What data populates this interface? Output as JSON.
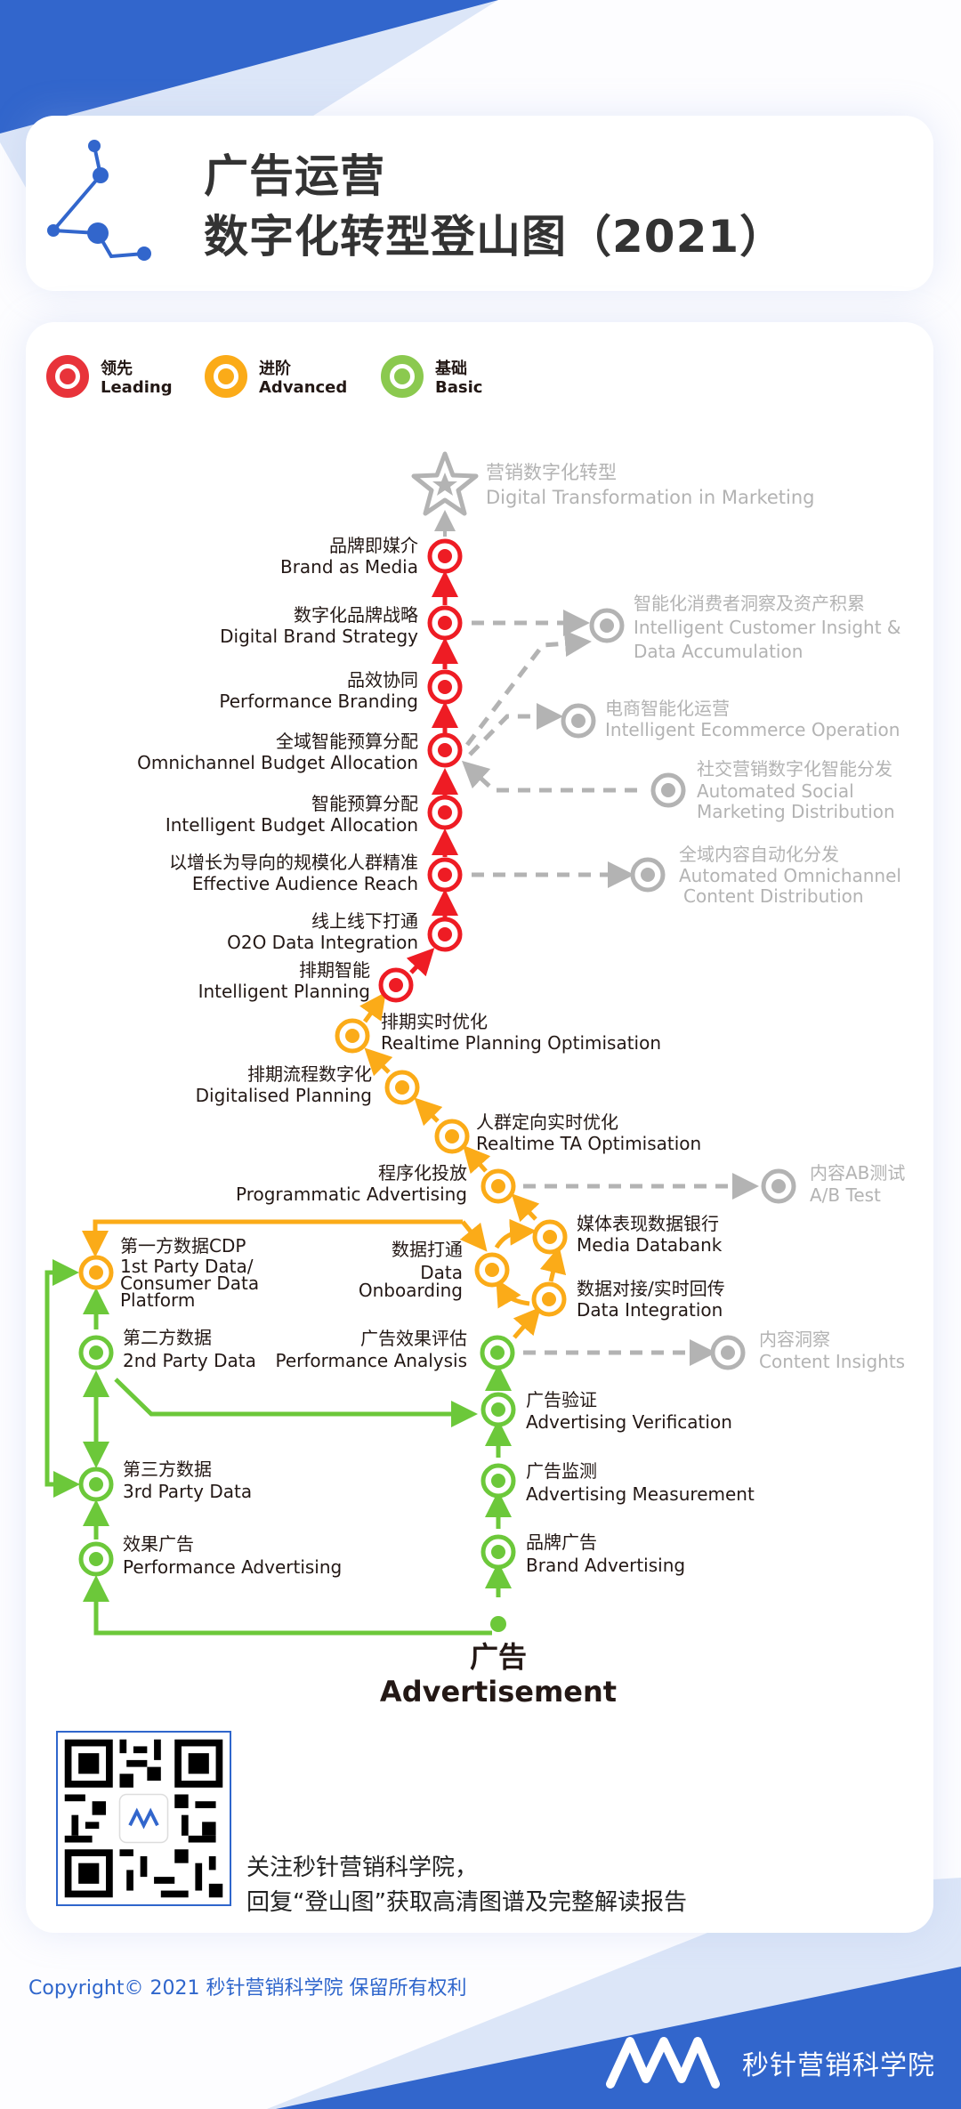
{
  "colors": {
    "leading": "#ee1c24",
    "advanced": "#fbab18",
    "basic": "#6cc83a",
    "future": "#b3b3b3",
    "brand_blue": "#3266cc",
    "brand_light": "#dce6f8",
    "text": "#231815"
  },
  "header": {
    "title_line1": "广告运营",
    "title_line2": "数字化转型登山图（2021）",
    "icon": "constellation-icon"
  },
  "legend": [
    {
      "zh": "领先",
      "en": "Leading",
      "level": "leading"
    },
    {
      "zh": "进阶",
      "en": "Advanced",
      "level": "advanced"
    },
    {
      "zh": "基础",
      "en": "Basic",
      "level": "basic"
    }
  ],
  "summit": {
    "zh": "营销数字化转型",
    "en": "Digital Transformation in Marketing",
    "icon": "star-icon"
  },
  "nodes": {
    "brand_as_media": {
      "zh": "品牌即媒介",
      "en": "Brand as Media",
      "level": "leading"
    },
    "digital_brand_strategy": {
      "zh": "数字化品牌战略",
      "en": "Digital Brand Strategy",
      "level": "leading"
    },
    "performance_branding": {
      "zh": "品效协同",
      "en": "Performance Branding",
      "level": "leading"
    },
    "omnichannel_budget": {
      "zh": "全域智能预算分配",
      "en": "Omnichannel Budget Allocation",
      "level": "leading"
    },
    "intelligent_budget": {
      "zh": "智能预算分配",
      "en": "Intelligent Budget Allocation",
      "level": "leading"
    },
    "effective_audience": {
      "zh": "以增长为导向的规模化人群精准",
      "en": "Effective Audience Reach",
      "level": "leading"
    },
    "o2o": {
      "zh": "线上线下打通",
      "en": "O2O Data Integration",
      "level": "leading"
    },
    "intelligent_planning": {
      "zh": "排期智能",
      "en": "Intelligent Planning",
      "level": "leading"
    },
    "realtime_planning": {
      "zh": "排期实时优化",
      "en": "Realtime Planning Optimisation",
      "level": "advanced"
    },
    "digitalised_planning": {
      "zh": "排期流程数字化",
      "en": "Digitalised Planning",
      "level": "advanced"
    },
    "realtime_ta": {
      "zh": "人群定向实时优化",
      "en": "Realtime TA Optimisation",
      "level": "advanced"
    },
    "programmatic": {
      "zh": "程序化投放",
      "en": "Programmatic Advertising",
      "level": "advanced"
    },
    "media_databank": {
      "zh": "媒体表现数据银行",
      "en": "Media Databank",
      "level": "advanced"
    },
    "data_onboarding": {
      "zh": "数据打通",
      "en1": "Data",
      "en2": "Onboarding",
      "level": "advanced"
    },
    "data_integration": {
      "zh": "数据对接/实时回传",
      "en": "Data Integration",
      "level": "advanced"
    },
    "first_party": {
      "zh": "第一方数据CDP",
      "en1": "1st Party Data/",
      "en2": "Consumer Data",
      "en3": "Platform",
      "level": "advanced"
    },
    "second_party": {
      "zh": "第二方数据",
      "en": "2nd Party Data",
      "level": "basic"
    },
    "third_party": {
      "zh": "第三方数据",
      "en": "3rd Party Data",
      "level": "basic"
    },
    "performance_advertising": {
      "zh": "效果广告",
      "en": "Performance Advertising",
      "level": "basic"
    },
    "performance_analysis": {
      "zh": "广告效果评估",
      "en": "Performance Analysis",
      "level": "basic"
    },
    "ad_verification": {
      "zh": "广告验证",
      "en": "Advertising Verification",
      "level": "basic"
    },
    "ad_measurement": {
      "zh": "广告监测",
      "en": "Advertising Measurement",
      "level": "basic"
    },
    "brand_advertising": {
      "zh": "品牌广告",
      "en": "Brand Advertising",
      "level": "basic"
    }
  },
  "future_nodes": {
    "customer_insight": {
      "zh": "智能化消费者洞察及资产积累",
      "en1": "Intelligent Customer Insight &",
      "en2": "Data Accumulation"
    },
    "ecommerce": {
      "zh": "电商智能化运营",
      "en": "Intelligent Ecommerce Operation"
    },
    "social": {
      "zh": "社交营销数字化智能分发",
      "en1": "Automated Social",
      "en2": "Marketing Distribution"
    },
    "omni_content": {
      "zh": "全域内容自动化分发",
      "en1": "Automated Omnichannel",
      "en2": "Content Distribution"
    },
    "ab_test": {
      "zh": "内容AB测试",
      "en": "A/B Test"
    },
    "content_insights": {
      "zh": "内容洞察",
      "en": "Content Insights"
    }
  },
  "root": {
    "zh": "广告",
    "en": "Advertisement"
  },
  "footer": {
    "qr_line1": "关注秒针营销科学院，",
    "qr_line2": "回复“登山图”获取高清图谱及完整解读报告",
    "copyright": "Copyright© 2021 秒针营销科学院 保留所有权利",
    "brand_name": "秒针营销科学院",
    "qr_icon": "qr-code-icon",
    "logo_icon": "miaozhen-logo-icon"
  }
}
